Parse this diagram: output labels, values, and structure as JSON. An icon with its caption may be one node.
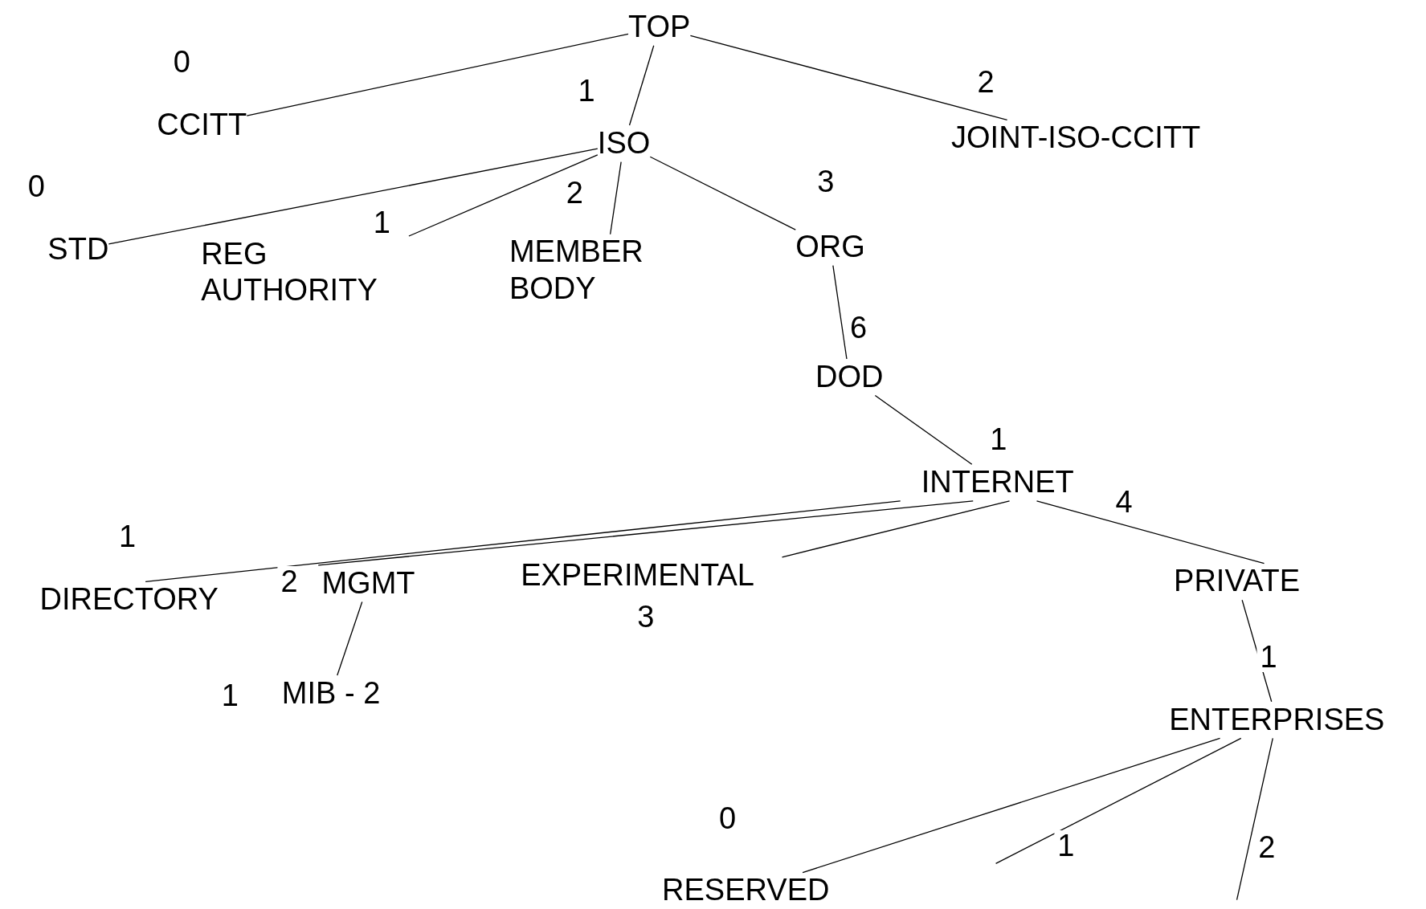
{
  "diagram": {
    "nodes": [
      {
        "text": [
          "TOP"
        ]
      },
      {
        "text": [
          "CCITT"
        ]
      },
      {
        "text": [
          "ISO"
        ]
      },
      {
        "text": [
          "JOINT-ISO-CCITT"
        ]
      },
      {
        "text": [
          "STD"
        ]
      },
      {
        "text": [
          "REG AUTHORITY"
        ]
      },
      {
        "text": [
          "MEMBER BODY"
        ]
      },
      {
        "text": [
          "ORG"
        ]
      },
      {
        "text": [
          "DOD"
        ]
      },
      {
        "text": [
          "INTERNET"
        ]
      },
      {
        "text": [
          "DIRECTORY"
        ]
      },
      {
        "text": [
          "MGMT"
        ]
      },
      {
        "text": [
          "EXPERIMENTAL"
        ]
      },
      {
        "text": [
          "PRIVATE"
        ]
      },
      {
        "text": [
          "MIB - 2"
        ]
      },
      {
        "text": [
          "ENTERPRISES"
        ]
      },
      {
        "text": [
          "RESERVED"
        ]
      }
    ],
    "edges": [
      {
        "from": 0,
        "to": 1,
        "arrow": "none",
        "label": "0"
      },
      {
        "from": 0,
        "to": 2,
        "arrow": "none",
        "label": "1"
      },
      {
        "from": 0,
        "to": 3,
        "arrow": "none",
        "label": "2"
      },
      {
        "from": 2,
        "to": 4,
        "arrow": "none",
        "label": "0"
      },
      {
        "from": 2,
        "to": 5,
        "arrow": "none",
        "label": "1"
      },
      {
        "from": 2,
        "to": 6,
        "arrow": "none",
        "label": "2"
      },
      {
        "from": 2,
        "to": 7,
        "arrow": "none",
        "label": "3"
      },
      {
        "from": 7,
        "to": 8,
        "arrow": "none",
        "label": "6"
      },
      {
        "from": 8,
        "to": 9,
        "arrow": "none",
        "label": "1"
      },
      {
        "from": 9,
        "to": 10,
        "arrow": "none",
        "label": "1"
      },
      {
        "from": 9,
        "to": 11,
        "arrow": "none",
        "label": "2"
      },
      {
        "from": 9,
        "to": 12,
        "arrow": "none",
        "label": "3"
      },
      {
        "from": 9,
        "to": 13,
        "arrow": "none",
        "label": "4"
      },
      {
        "from": 11,
        "to": 14,
        "arrow": "none",
        "label": "1"
      },
      {
        "from": 13,
        "to": 15,
        "arrow": "none",
        "label": "1"
      },
      {
        "from": 15,
        "to": 16,
        "arrow": "none",
        "label": "0"
      },
      {
        "from": 15,
        "to": null,
        "arrow": "none",
        "label": "1"
      },
      {
        "from": 15,
        "to": null,
        "arrow": "none",
        "label": "2"
      }
    ]
  }
}
